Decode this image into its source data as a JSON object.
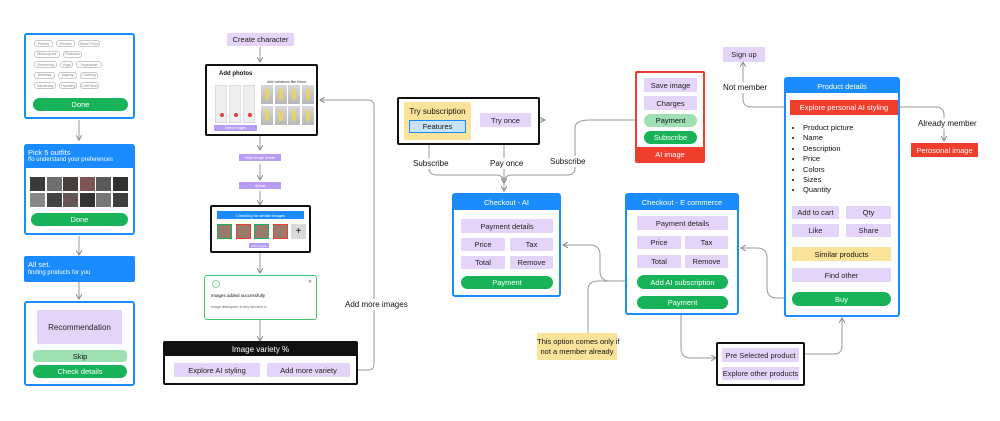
{
  "onboarding": {
    "tags": [
      "Parties",
      "Minutes",
      "Street Food",
      "Motorcycles",
      "Podcasts",
      "Swimming",
      "Yoga",
      "Vegetarian",
      "Athletics",
      "Yoga/sp",
      "Cooking",
      "Gardening",
      "Traveling",
      "Craft Beer"
    ],
    "done_label": "Done",
    "pick_title": "Pick 5 outfits",
    "pick_sub": "ffo understand your preferences",
    "done2_label": "Done",
    "allset_title": "All set.",
    "allset_sub": "finding products for you",
    "recommendation_label": "Recommendation",
    "skip_label": "Skip",
    "check_details_label": "Check details"
  },
  "character": {
    "create_label": "Create character",
    "add_photos_title": "Add photos",
    "add_photos_hint": "Add variations like these",
    "select_images_label": "Select images",
    "select_image_header_label": "Select image header",
    "upload_label": "Upload",
    "checking_label": "Checking for similar images",
    "add_images_label": "Add images",
    "success_title": "Images added successfully",
    "success_desc": "Image description & why we used it",
    "variety_title": "Image variety %",
    "explore_ai_label": "Explore AI styling",
    "add_variety_label": "Add more variety",
    "add_more_images_label": "Add more images"
  },
  "subscription": {
    "try_sub_label": "Try subscription",
    "features_label": "Features",
    "try_once_label": "Try once",
    "subscribe_left": "Subscribe",
    "pay_once": "Pay once",
    "subscribe_right": "Subscribe"
  },
  "ai_image": {
    "items": [
      "Save image",
      "Charges",
      "Payment",
      "Subscribe"
    ],
    "footer": "AI image"
  },
  "checkout_ai": {
    "title": "Checkout - AI",
    "payment_details": "Payment details",
    "price": "Price",
    "tax": "Tax",
    "total": "Total",
    "remove": "Remove",
    "payment": "Payment"
  },
  "checkout_ec": {
    "title": "Checkout - E commerce",
    "payment_details": "Payment details",
    "price": "Price",
    "tax": "Tax",
    "total": "Total",
    "remove": "Remove",
    "add_ai_sub": "Add AI subscription",
    "payment": "Payment"
  },
  "note": {
    "line1": "This option comes only if",
    "line2": "not a member already"
  },
  "preselected": {
    "pre_label": "Pre Selected product",
    "explore_label": "Explore other products"
  },
  "product": {
    "title": "Product details",
    "explore_label": "Explore personal AI styling",
    "features": [
      "Product picture",
      "Name",
      "Description",
      "Price",
      "Colors",
      "Sizes",
      "Quantity"
    ],
    "add_to_cart": "Add to cart",
    "qty": "Qty",
    "like": "Like",
    "share": "Share",
    "similar": "Similar products",
    "find_other": "Find other",
    "buy": "Buy"
  },
  "membership": {
    "sign_up": "Sign up",
    "not_member": "Not member",
    "already_member": "Already member",
    "personal_image": "Perosonal image"
  },
  "colors": {
    "blue": "#1a8cff",
    "green": "#18b359",
    "purple": "#e4d4fa",
    "red": "#f03e2d",
    "yellow": "#fbe39a"
  }
}
